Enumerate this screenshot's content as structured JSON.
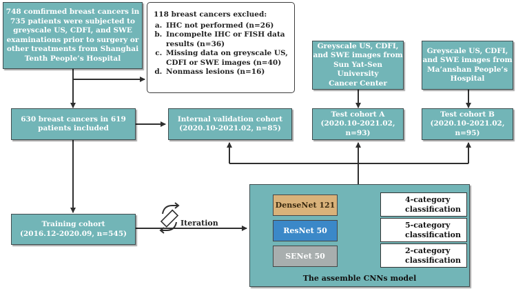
{
  "boxes": {
    "enrollment": "748 comfirmed  breast cancers in 735 patients were subjected to greyscale US, CDFI, and SWE examinations prior to surgery or other treatments from Shanghai Tenth People’s Hospital",
    "included": "630 breast cancers in 619\npatients included",
    "internal_validation": "Internal validation cohort\n(2020.10-2021.02, n=85)",
    "source_a": "Greyscale US, CDFI,\nand SWE images from\nSun Yat-Sen University\nCancer Center",
    "source_b": "Greyscale US, CDFI,\nand SWE images from\nMa’anshan People’s\nHospital",
    "test_a": "Test cohort A\n(2020.10-2021.02, n=93)",
    "test_b": "Test cohort B\n(2020.10-2021.02, n=95)",
    "training": "Training cohort\n(2016.12-2020.09, n=545)"
  },
  "exclusion": {
    "title": "118 breast cancers exclued:",
    "items": [
      "IHC not performed (n=26)",
      "Incompelte IHC or FISH data results (n=36)",
      "Missing data on greyscale US, CDFI or SWE images (n=40)",
      "Nonmass lesions (n=16)"
    ]
  },
  "iteration_label": "Iteration",
  "model": {
    "title": "The assemble CNNs model",
    "networks": [
      {
        "label": "DenseNet 121",
        "color": "#d9b27a",
        "text_color": "#3a2a10"
      },
      {
        "label": "ResNet 50",
        "color": "#3b88c8",
        "text_color": "#ffffff"
      },
      {
        "label": "SENet 50",
        "color": "#a8aeae",
        "text_color": "#ffffff"
      }
    ],
    "outputs": [
      "4-category\nclassification",
      "5-category\nclassification",
      "2-category\nclassification"
    ]
  },
  "colors": {
    "box_fill": "#72b5b7",
    "border": "#3f4c4e",
    "arrow": "#2e2e2e"
  }
}
